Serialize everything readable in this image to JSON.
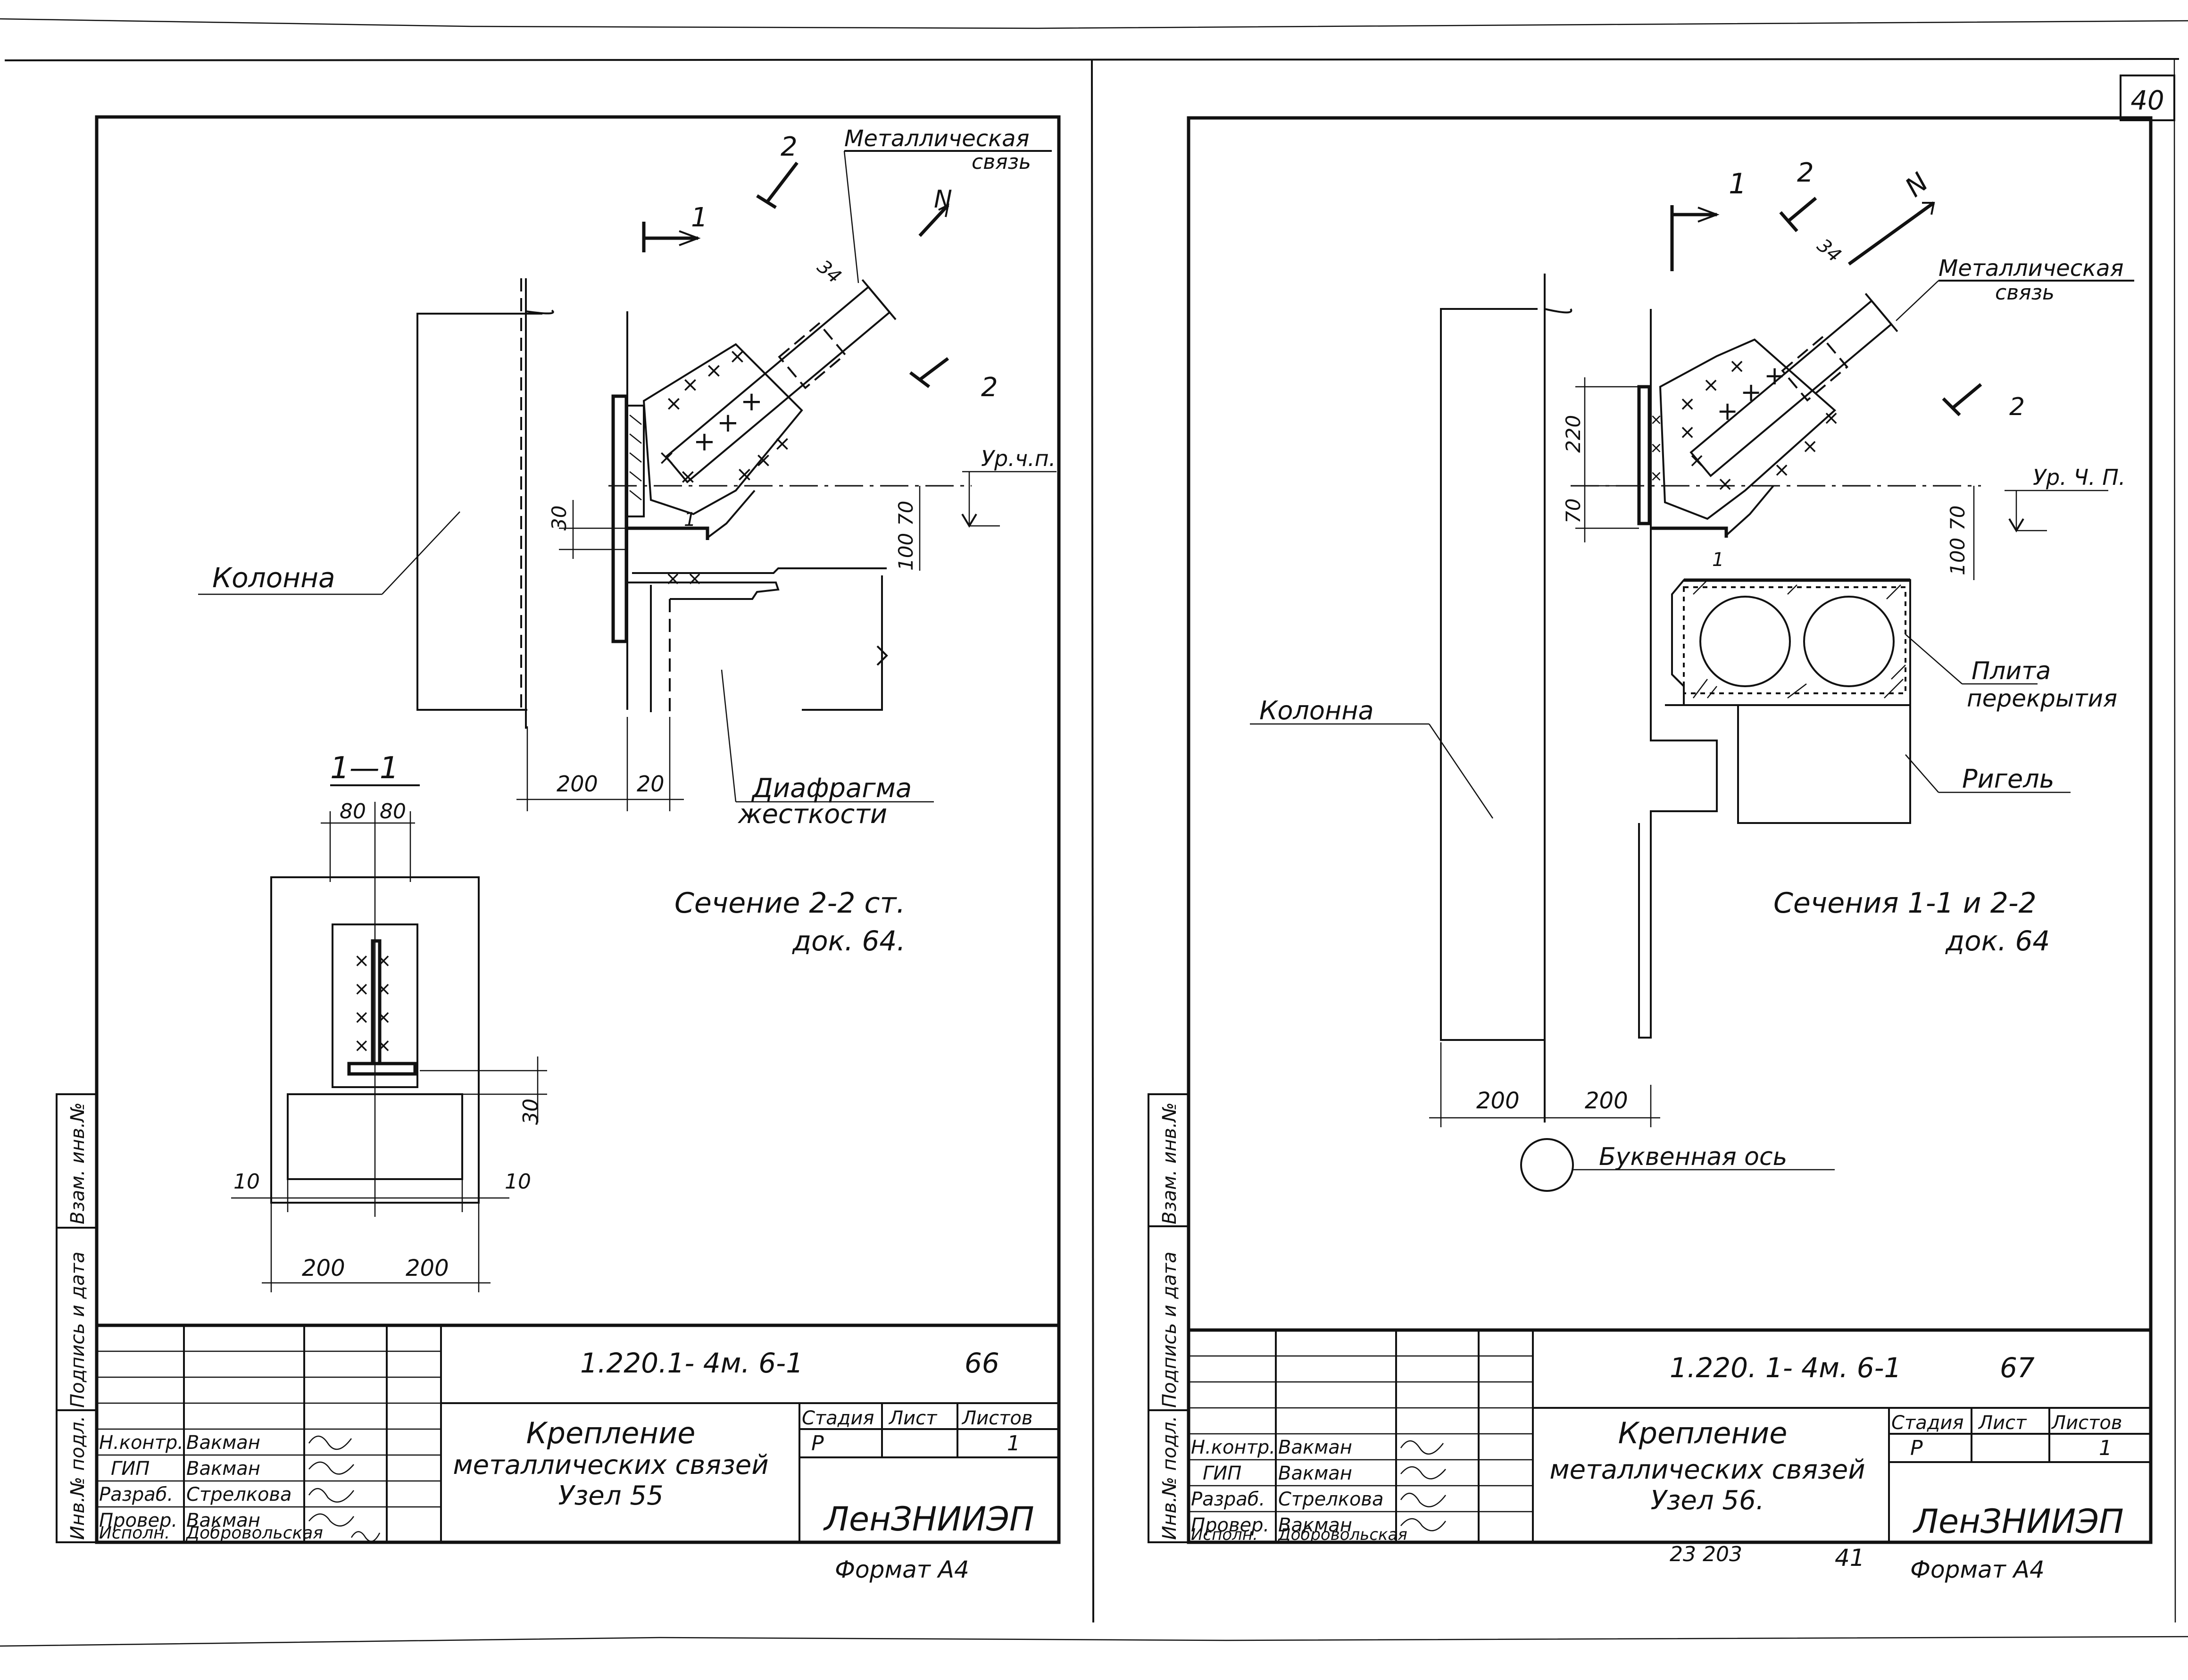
{
  "page_number": "40",
  "sheets": [
    {
      "doc_code": "1.220.1- 4м. 6-1",
      "doc_number": "66",
      "title_lines": [
        "Крепление",
        "металлических связей",
        "Узел 55"
      ],
      "stage_header": "Стадия",
      "sheet_header": "Лист",
      "sheets_header": "Листов",
      "stage_value": "Р",
      "sheet_value": "",
      "sheets_value": "1",
      "organization": "ЛенЗНИИЭП",
      "format": "Формат А4",
      "stamp_rows": [
        {
          "role": "Н.контр.",
          "name": "Вакман"
        },
        {
          "role": "ГИП",
          "name": "Вакман"
        },
        {
          "role": "Разраб.",
          "name": "Стрелкова"
        },
        {
          "role": "Провер.",
          "name": "Вакман"
        },
        {
          "role": "Исполн.",
          "name": "Добровольская"
        }
      ],
      "side_stamp": [
        "Инв.№ подл.",
        "Подпись и дата",
        "Взам. инв.№"
      ],
      "labels": {
        "brace": [
          "Металлическая",
          "связь"
        ],
        "column": "Колонна",
        "diaphragm": [
          "Диафрагма",
          "жесткости"
        ],
        "level": "Ур.ч.п.",
        "section_title": "1—1",
        "section_note": [
          "Сечение 2-2 ст.",
          "док. 64."
        ],
        "force": "N",
        "cut1": "1",
        "cut2": "2"
      },
      "dims": [
        "200",
        "20",
        "30",
        "70",
        "100",
        "34",
        "80",
        "80",
        "30",
        "10",
        "10",
        "200",
        "200",
        "1"
      ]
    },
    {
      "doc_code": "1.220. 1- 4м. 6-1",
      "doc_number": "67",
      "title_lines": [
        "Крепление",
        "металлических связей",
        "Узел 56."
      ],
      "stage_header": "Стадия",
      "sheet_header": "Лист",
      "sheets_header": "Листов",
      "stage_value": "Р",
      "sheet_value": "",
      "sheets_value": "1",
      "organization": "ЛенЗНИИЭП",
      "format": "Формат А4",
      "stamp_rows": [
        {
          "role": "Н.контр.",
          "name": "Вакман"
        },
        {
          "role": "ГИП",
          "name": "Вакман"
        },
        {
          "role": "Разраб.",
          "name": "Стрелкова"
        },
        {
          "role": "Провер.",
          "name": "Вакман"
        },
        {
          "role": "Исполн.",
          "name": "Добровольская"
        }
      ],
      "side_stamp": [
        "Инв.№ подл.",
        "Подпись и дата",
        "Взам. инв.№"
      ],
      "labels": {
        "brace": [
          "Металлическая",
          "связь"
        ],
        "column": "Колонна",
        "slab": [
          "Плита",
          "перекрытия"
        ],
        "girder": "Ригель",
        "axis": "Буквенная ось",
        "level": "Ур. Ч. П.",
        "section_note": [
          "Сечения 1-1 и 2-2",
          "док. 64"
        ],
        "force": "N",
        "cut1": "1",
        "cut2": "2"
      },
      "dims": [
        "200",
        "200",
        "220",
        "70",
        "70",
        "100",
        "34",
        "1"
      ],
      "footer_left": "23 203",
      "footer_mid": "41"
    }
  ]
}
